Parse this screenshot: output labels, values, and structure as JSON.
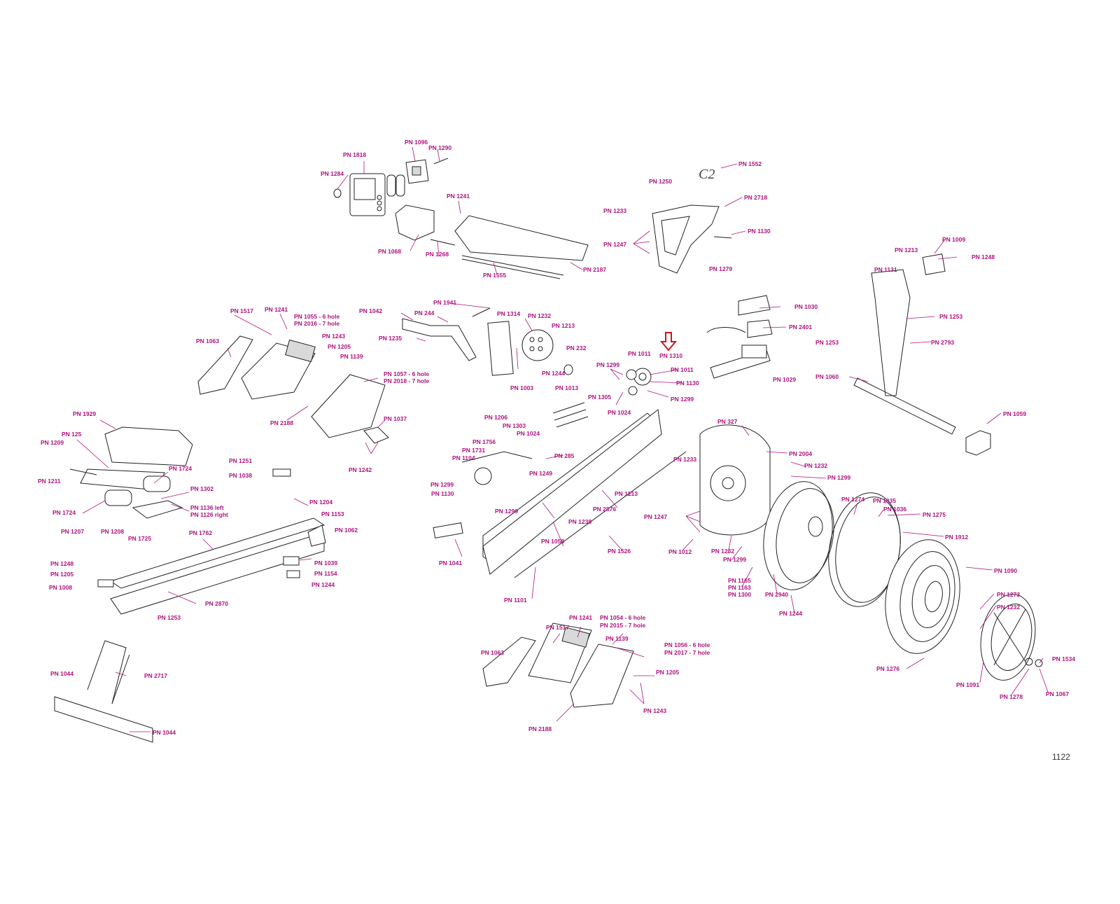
{
  "page_number": "1122",
  "logo_text": "C2",
  "colors": {
    "label": "#b0127f",
    "arrow": "#d0121f",
    "line": "#222222"
  },
  "labels": [
    "PN 1818",
    "PN 1096",
    "PN 1290",
    "PN 1284",
    "PN 1241",
    "PN 1068",
    "PN 1268",
    "PN 1555",
    "PN 2187",
    "PN 1552",
    "PN 1250",
    "PN 1233",
    "PN 2718",
    "PN 1130",
    "PN 1247",
    "PN 1009",
    "PN 1213",
    "PN 1248",
    "PN 1131",
    "PN 1253",
    "PN 2793",
    "PN 1253",
    "PN 1060",
    "PN 1059",
    "PN 1279",
    "PN 1030",
    "PN 2401",
    "PN 1029",
    "PN 1517",
    "PN 1241",
    "PN 1055 - 6 hole",
    "PN 2016 - 7 hole",
    "PN 1063",
    "PN 1243",
    "PN 1205",
    "PN 1139",
    "PN 1057 - 6 hole",
    "PN 2018 - 7 hole",
    "PN 2188",
    "PN 1037",
    "PN 1242",
    "PN 1941",
    "PN 1042",
    "PN 244",
    "PN 1314",
    "PN 1232",
    "PN 1213",
    "PN 1235",
    "PN 232",
    "PN 1244",
    "PN 1013",
    "PN 1003",
    "PN 1011",
    "PN 1310",
    "PN 1299",
    "PN 1011",
    "PN 1130",
    "PN 1305",
    "PN 1299",
    "PN 1024",
    "PN 1929",
    "PN 125",
    "PN 1209",
    "PN 1211",
    "PN 1724",
    "PN 1302",
    "PN 1724",
    "PN 1136 left",
    "PN 1126 right",
    "PN 1207",
    "PN 1208",
    "PN 1725",
    "PN 1251",
    "PN 1038",
    "PN 1204",
    "PN 1153",
    "PN 1062",
    "PN 1762",
    "PN 1248",
    "PN 1205",
    "PN 1008",
    "PN 1039",
    "PN 1154",
    "PN 1244",
    "PN 2870",
    "PN 1253",
    "PN 1206",
    "PN 1303",
    "PN 1756",
    "PN 1024",
    "PN 1731",
    "PN 1104",
    "PN 285",
    "PN 1249",
    "PN 1299",
    "PN 1130",
    "PN 1299",
    "PN 1213",
    "PN 2876",
    "PN 1238",
    "PN 1058",
    "PN 1041",
    "PN 1101",
    "PN 1526",
    "PN 327",
    "PN 1233",
    "PN 2004",
    "PN 1232",
    "PN 1299",
    "PN 1247",
    "PN 1012",
    "PN 1232",
    "PN 1299",
    "PN 1165",
    "PN 1163",
    "PN 1300",
    "PN 1274",
    "PN 1035",
    "PN 1036",
    "PN 1275",
    "PN 1912",
    "PN 2940",
    "PN 1244",
    "PN 1090",
    "PN 1273",
    "PN 1232",
    "PN 1276",
    "PN 1091",
    "PN 1534",
    "PN 1278",
    "PN 1067",
    "PN 1044",
    "PN 2717",
    "PN 1044",
    "PN 1241",
    "PN 1054 - 6 hole",
    "PN 2015 - 7 hole",
    "PN 1517",
    "PN 1139",
    "PN 1063",
    "PN 1056 - 6 hole",
    "PN 2017 - 7 hole",
    "PN 1205",
    "PN 2188",
    "PN 1243"
  ]
}
